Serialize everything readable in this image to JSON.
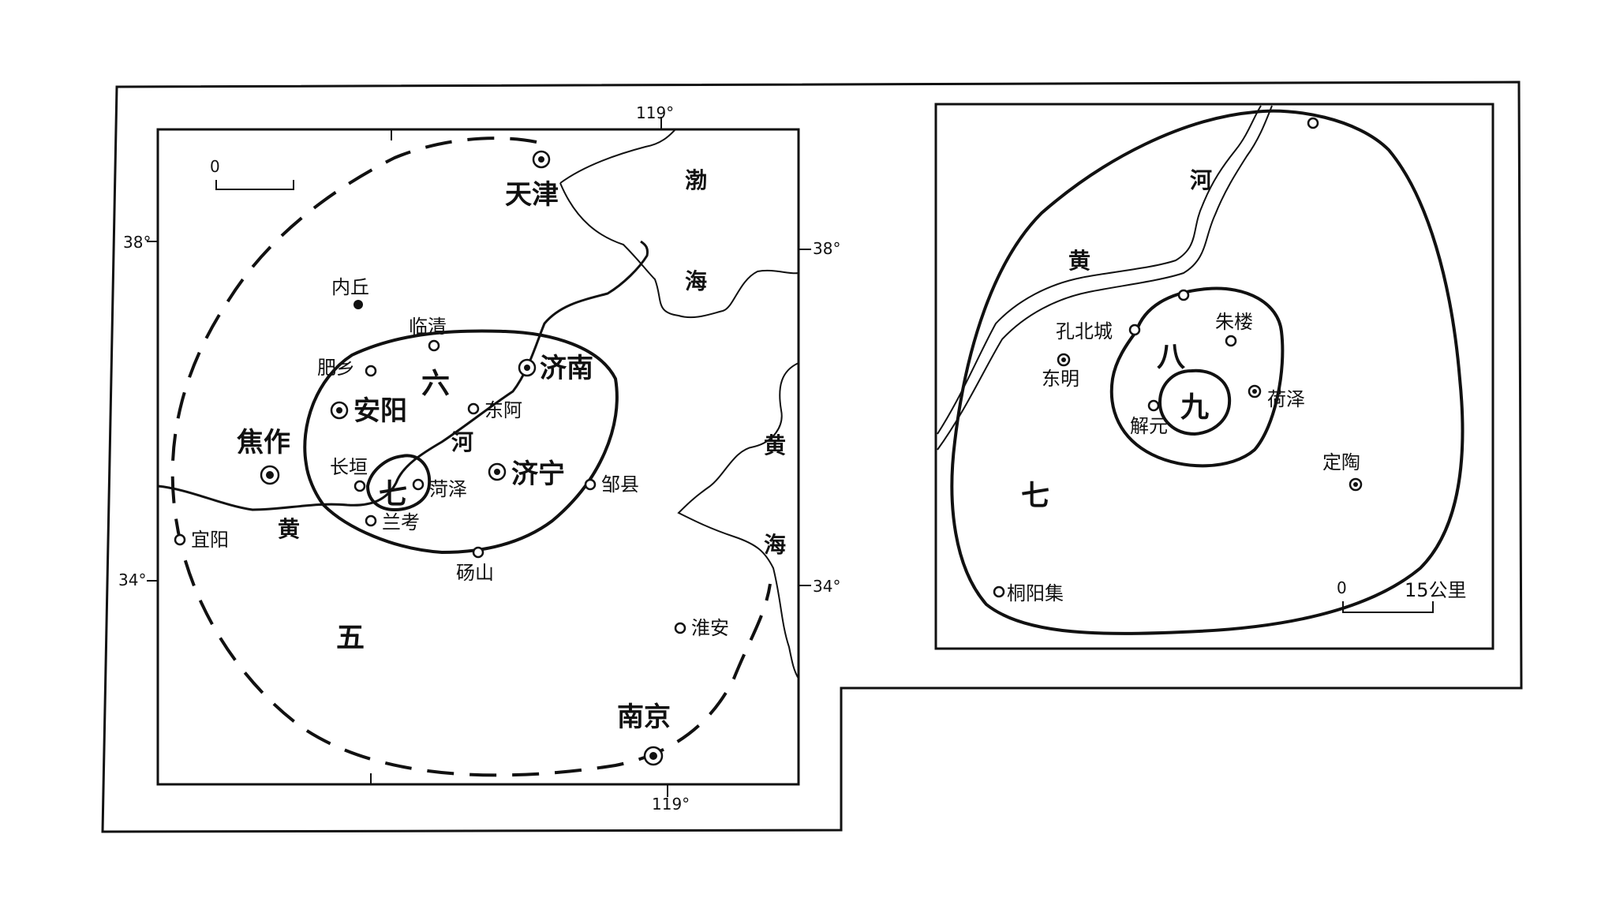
{
  "left_map": {
    "coords": {
      "top_lon": "119°",
      "bottom_lon": "119°",
      "left_lat_38": "38°",
      "right_lat_38": "38°",
      "left_lat_34": "34°",
      "right_lat_34": "34°",
      "scale_zero": "0"
    },
    "seas": {
      "bohai_1": "渤",
      "bohai_2": "海",
      "huanghai_1": "黄",
      "huanghai_2": "海"
    },
    "river": {
      "he": "河",
      "huang": "黄"
    },
    "zones": {
      "v": "五",
      "vi": "六",
      "vii": "七"
    },
    "cities": {
      "tianjin": "天津",
      "neiqiu": "内丘",
      "linqing": "临清",
      "feixiang": "肥乡",
      "jinan": "济南",
      "anyang": "安阳",
      "donge": "东阿",
      "jiaozuo": "焦作",
      "changyuan": "长垣",
      "heze": "菏泽",
      "jining": "济宁",
      "zouxian": "邹县",
      "lankao": "兰考",
      "yiyang": "宜阳",
      "dangshan": "砀山",
      "huaian": "淮安",
      "nanjing": "南京"
    }
  },
  "right_map": {
    "river": {
      "he": "河",
      "huang": "黄"
    },
    "zones": {
      "vii": "七",
      "viii": "八",
      "ix": "九"
    },
    "cities": {
      "kongbeicheng": "孔北城",
      "zhulou": "朱楼",
      "dongming": "东明",
      "xieyuan": "解元",
      "heze": "荷泽",
      "dingtao": "定陶",
      "tongyangji": "桐阳集"
    },
    "scale": {
      "zero": "0",
      "label": "15公里"
    }
  }
}
